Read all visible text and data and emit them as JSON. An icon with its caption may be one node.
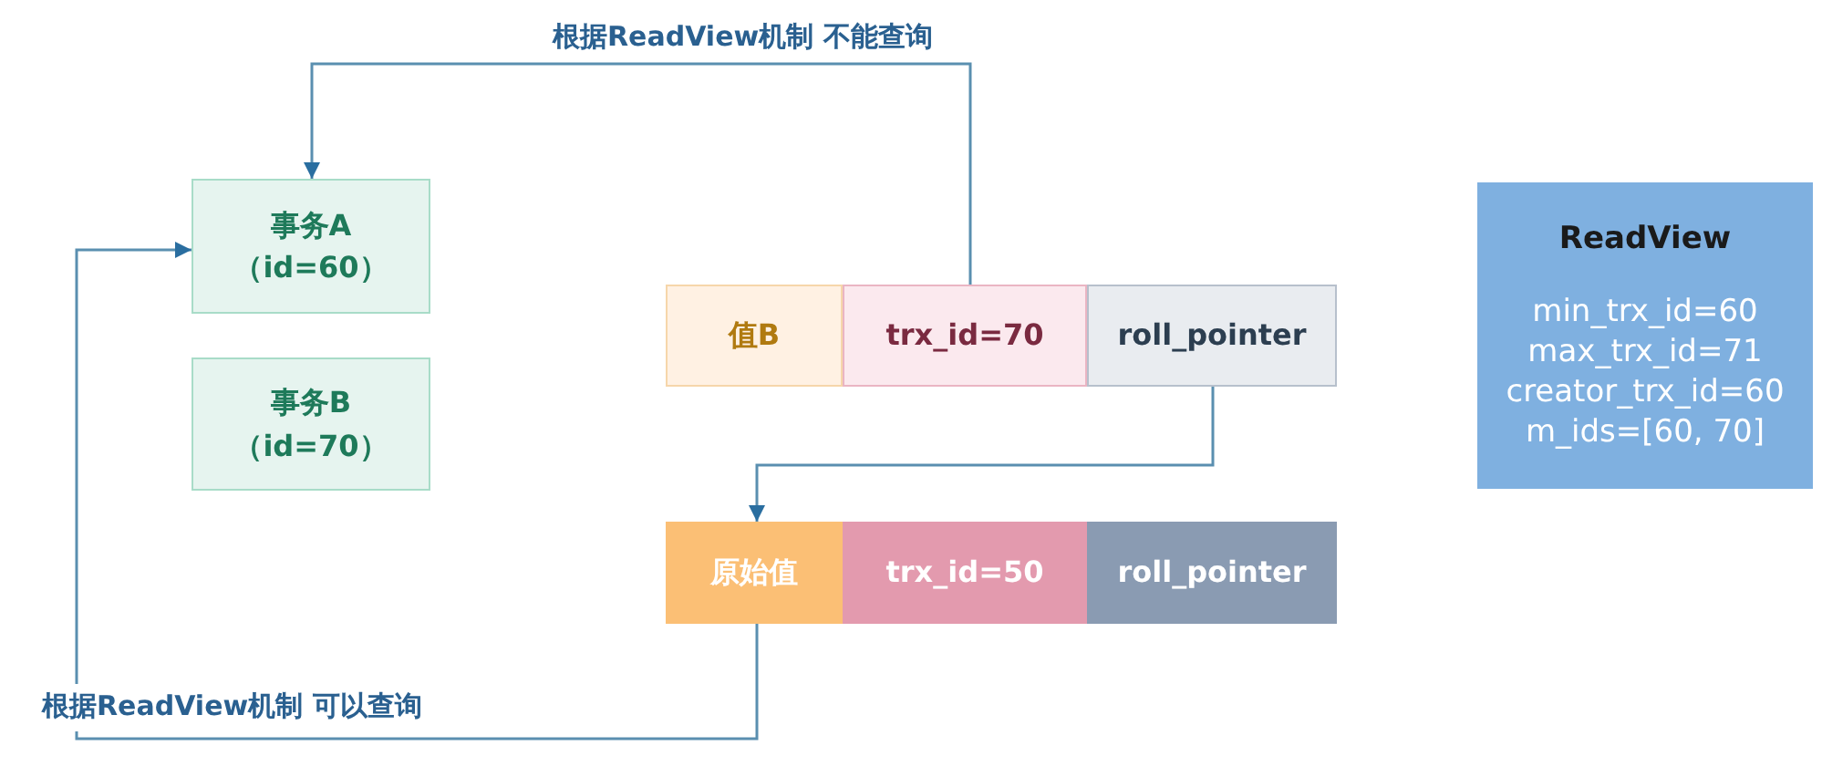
{
  "diagram": {
    "nodes": [
      {
        "text": [
          "事务A",
          "（id=60）"
        ]
      },
      {
        "text": [
          "事务B",
          "（id=70）"
        ]
      },
      {
        "text": [
          "值B"
        ]
      },
      {
        "text": [
          "trx_id=70"
        ]
      },
      {
        "text": [
          "roll_pointer"
        ]
      },
      {
        "text": [
          "原始值"
        ]
      },
      {
        "text": [
          "trx_id=50"
        ]
      },
      {
        "text": [
          "roll_pointer"
        ]
      },
      {
        "text": [
          "ReadView",
          "min_trx_id=60",
          "max_trx_id=71",
          "creator_trx_id=60",
          "m_ids=[60, 70]"
        ]
      }
    ],
    "edges": [
      {
        "from": 3,
        "to": 0,
        "arrow": "to",
        "label": "根据ReadView机制 不能查询"
      },
      {
        "from": 4,
        "to": 5,
        "arrow": "to"
      },
      {
        "from": 5,
        "to": 0,
        "arrow": "to",
        "label": "根据ReadView机制 可以查询"
      }
    ]
  }
}
